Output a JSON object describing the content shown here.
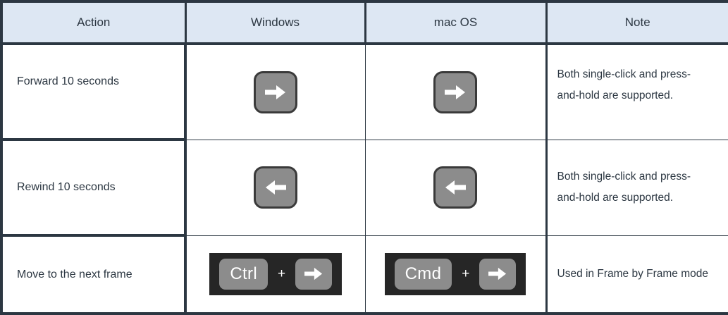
{
  "table": {
    "headers": [
      "Action",
      "Windows",
      "mac OS",
      "Note"
    ],
    "rows": [
      {
        "action": "Forward 10 seconds",
        "windows": {
          "keys": [
            "arrow-right"
          ],
          "style": "single"
        },
        "macos": {
          "keys": [
            "arrow-right"
          ],
          "style": "single"
        },
        "note": "Both single-click and press-and-hold are supported."
      },
      {
        "action": "Rewind 10 seconds",
        "windows": {
          "keys": [
            "arrow-left"
          ],
          "style": "single"
        },
        "macos": {
          "keys": [
            "arrow-left"
          ],
          "style": "single"
        },
        "note": "Both single-click and press-and-hold are supported."
      },
      {
        "action": "Move to the next frame",
        "windows": {
          "keys": [
            "Ctrl",
            "+",
            "arrow-right"
          ],
          "style": "combo"
        },
        "macos": {
          "keys": [
            "Cmd",
            "+",
            "arrow-right"
          ],
          "style": "combo"
        },
        "note": "Used in Frame by Frame mode"
      }
    ],
    "key_labels": {
      "ctrl": "Ctrl",
      "cmd": "Cmd",
      "plus": "+",
      "arrow_right_glyph": "➡",
      "arrow_left_glyph": "⬅"
    },
    "colors": {
      "header_background": "#dde7f3",
      "border": "#2c3742",
      "text": "#2c3742",
      "key_face": "#8c8c8c",
      "key_border": "#3a3a3a",
      "combo_background": "#262626",
      "key_glyph": "#ffffff"
    }
  }
}
